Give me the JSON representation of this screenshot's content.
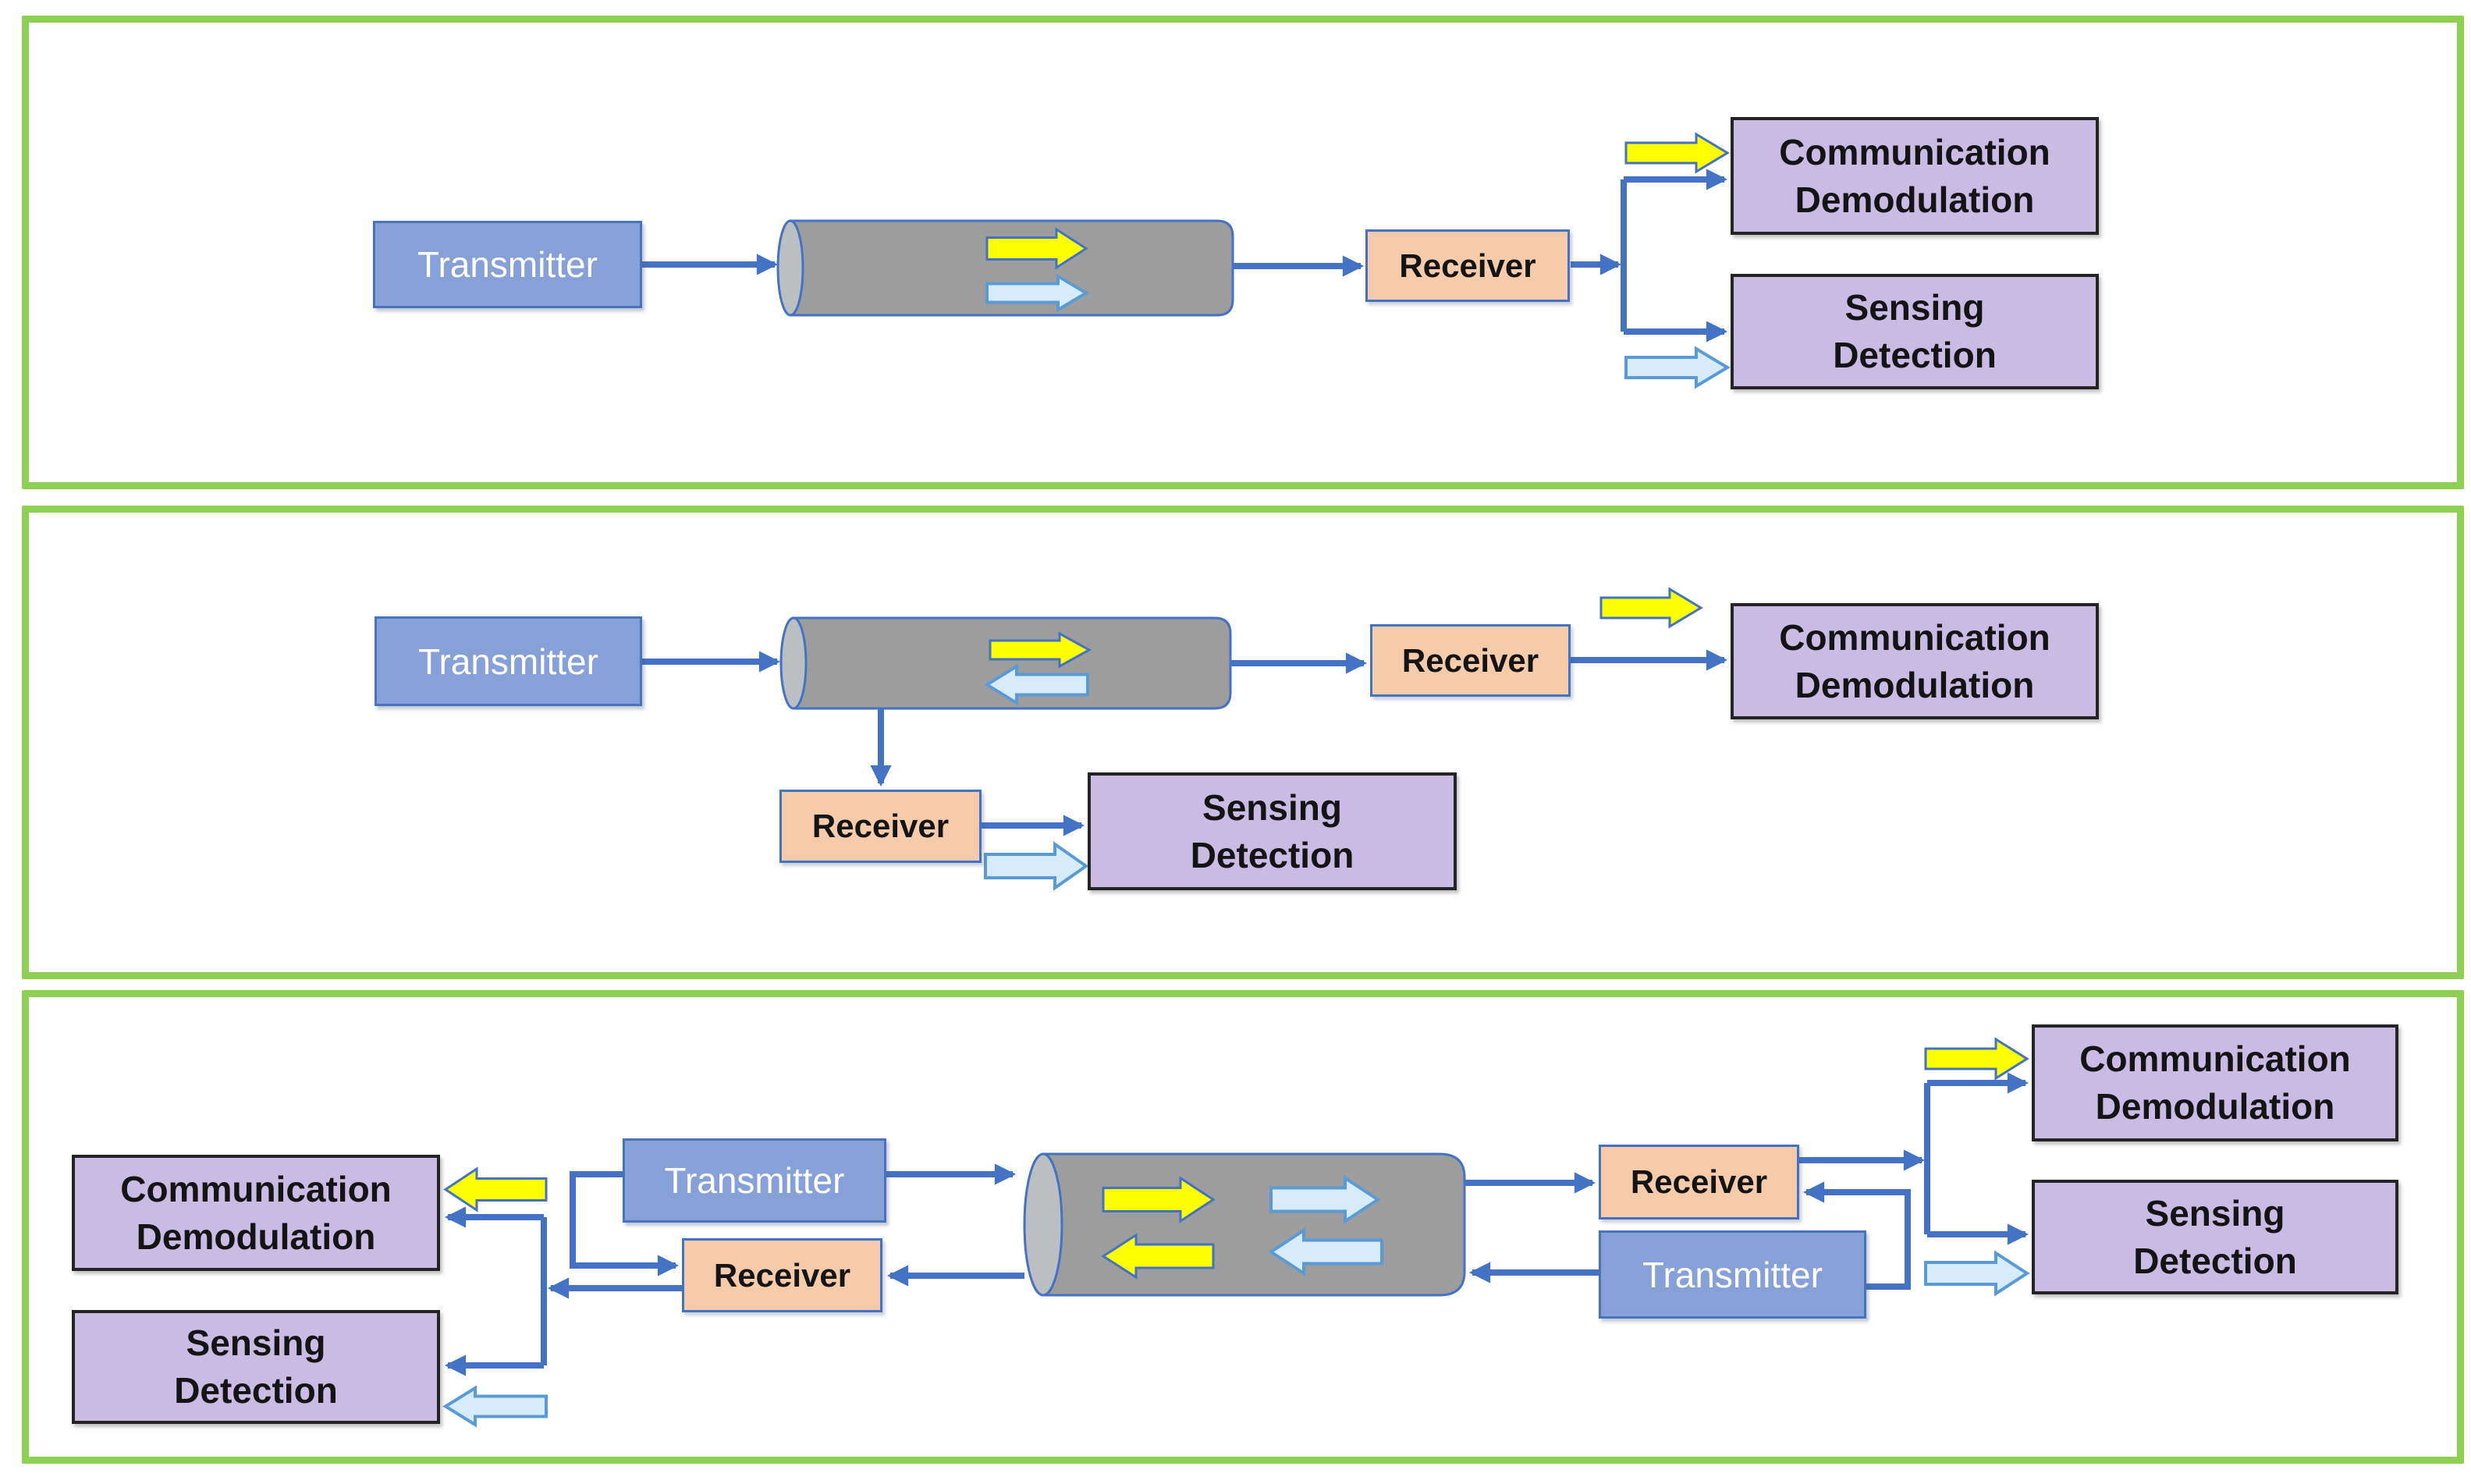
{
  "colors": {
    "panel-border": "#8ED053",
    "connector": "#4472C4",
    "box-blue-fill": "#86A1D8",
    "box-blue-border": "#4A73BE",
    "box-blue-text": "#FFFFFF",
    "box-peach-fill": "#F6CBA9",
    "box-peach-border": "#4472C4",
    "box-purple-fill": "#CABBE4",
    "box-purple-border": "#242424",
    "box-text": "#141414",
    "fiber-fill": "#9D9D9D",
    "fiber-cap-fill": "#BCBFC2",
    "fiber-border": "#4472C4",
    "signal-comm-fill": "#FDFF00",
    "signal-sense-fill": "#D6ECFA",
    "signal-sense-border": "#5B9BD5",
    "canvas-bg": "#FFFFFF"
  },
  "panels": [
    {
      "blocks": {
        "transmitter": "Transmitter",
        "receiver": "Receiver",
        "communication_demodulation": [
          "Communication",
          "Demodulation"
        ],
        "sensing_detection": [
          "Sensing",
          "Detection"
        ]
      }
    },
    {
      "blocks": {
        "transmitter": "Transmitter",
        "receiver_communication": "Receiver",
        "receiver_sensing": "Receiver",
        "communication_demodulation": [
          "Communication",
          "Demodulation"
        ],
        "sensing_detection": [
          "Sensing",
          "Detection"
        ]
      }
    },
    {
      "blocks": {
        "left": {
          "transmitter": "Transmitter",
          "receiver": "Receiver",
          "communication_demodulation": [
            "Communication",
            "Demodulation"
          ],
          "sensing_detection": [
            "Sensing",
            "Detection"
          ]
        },
        "right": {
          "transmitter": "Transmitter",
          "receiver": "Receiver",
          "communication_demodulation": [
            "Communication",
            "Demodulation"
          ],
          "sensing_detection": [
            "Sensing",
            "Detection"
          ]
        }
      }
    }
  ]
}
